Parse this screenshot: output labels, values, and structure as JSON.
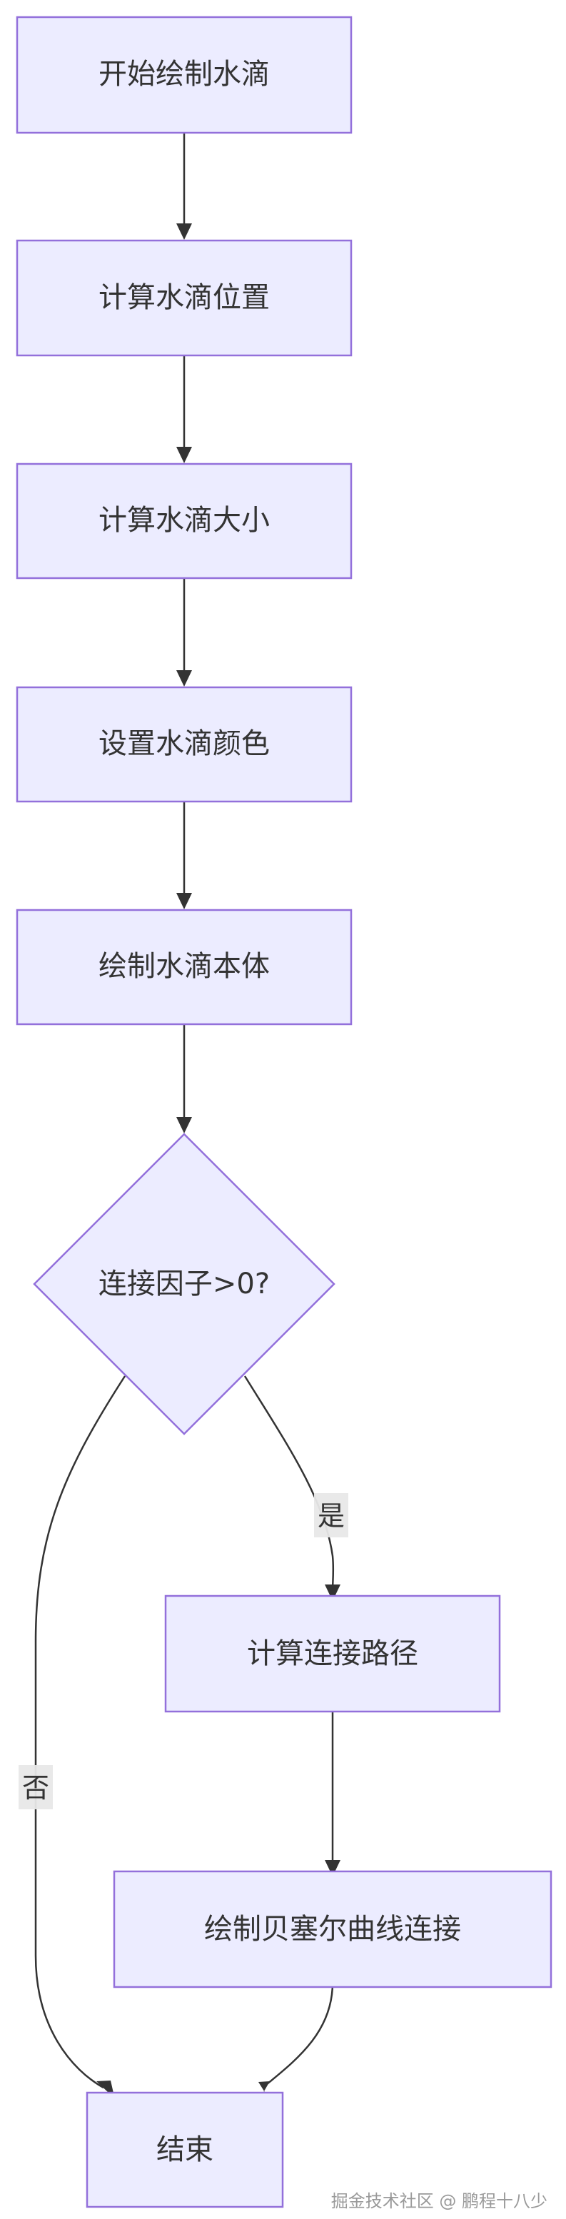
{
  "nodes": {
    "start": "开始绘制水滴",
    "calc_position": "计算水滴位置",
    "calc_size": "计算水滴大小",
    "set_color": "设置水滴颜色",
    "draw_body": "绘制水滴本体",
    "decision": "连接因子>0?",
    "calc_path": "计算连接路径",
    "draw_bezier": "绘制贝塞尔曲线连接",
    "end": "结束"
  },
  "edges": {
    "yes_label": "是",
    "no_label": "否"
  },
  "watermark": "掘金技术社区 @ 鹏程十八少",
  "colors": {
    "node_fill": "#ECECFF",
    "node_stroke": "#9370DB",
    "edge": "#333333",
    "edge_label_bg": "#e8e8e8"
  }
}
